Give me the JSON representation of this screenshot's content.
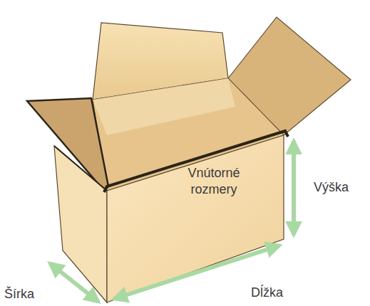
{
  "diagram": {
    "labels": [
      "Vnútorné rozmery",
      "Výška",
      "Šírka",
      "Dĺžka"
    ]
  }
}
